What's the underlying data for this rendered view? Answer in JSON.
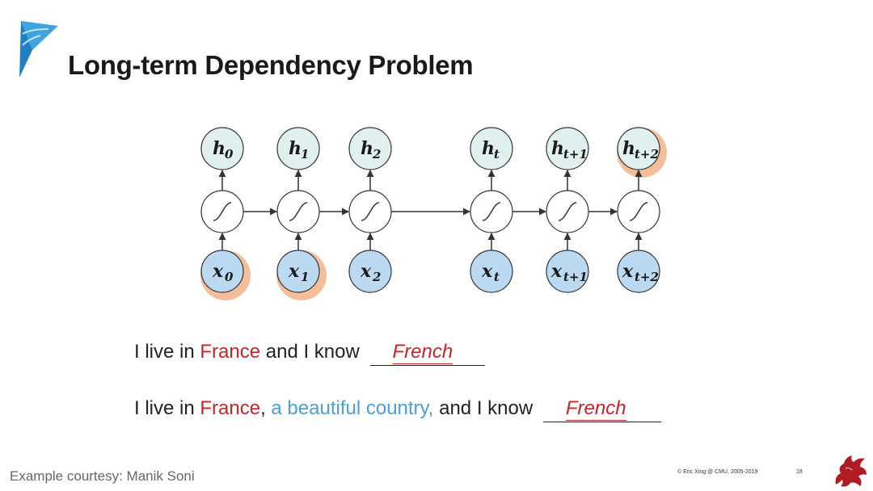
{
  "slide": {
    "title": "Long-term Dependency Problem"
  },
  "diagram": {
    "hidden_labels": [
      {
        "main": "h",
        "sub": "0"
      },
      {
        "main": "h",
        "sub": "1"
      },
      {
        "main": "h",
        "sub": "2"
      },
      {
        "main": "h",
        "sub": "t"
      },
      {
        "main": "h",
        "sub": "t+1"
      },
      {
        "main": "h",
        "sub": "t+2"
      }
    ],
    "input_labels": [
      {
        "main": "x",
        "sub": "0"
      },
      {
        "main": "x",
        "sub": "1"
      },
      {
        "main": "x",
        "sub": "2"
      },
      {
        "main": "x",
        "sub": "t"
      },
      {
        "main": "x",
        "sub": "t+1"
      },
      {
        "main": "x",
        "sub": "t+2"
      }
    ],
    "highlighted_inputs": [
      "x0",
      "x1"
    ],
    "highlighted_outputs": [
      "ht+2"
    ],
    "colors": {
      "hidden_fill": "#dff0ee",
      "input_fill": "#bcd9f2",
      "highlight_glow": "#f0a87a",
      "stroke": "#333333"
    }
  },
  "sentences": {
    "s1": {
      "part1": "I live in ",
      "red": "France",
      "part2": " and I know ",
      "answer": "French"
    },
    "s2": {
      "part1": "I live in ",
      "red": "France",
      "comma": ",",
      "blue": " a beautiful country,",
      "part2": " and I know ",
      "answer": "French"
    }
  },
  "footer": {
    "credit": "Example courtesy: Manik Soni",
    "copyright": "© Eric Xing @ CMU, 2005-2019",
    "page": "18"
  },
  "icons": [
    "cmu-blue-logo-icon",
    "cmu-dragon-icon"
  ]
}
